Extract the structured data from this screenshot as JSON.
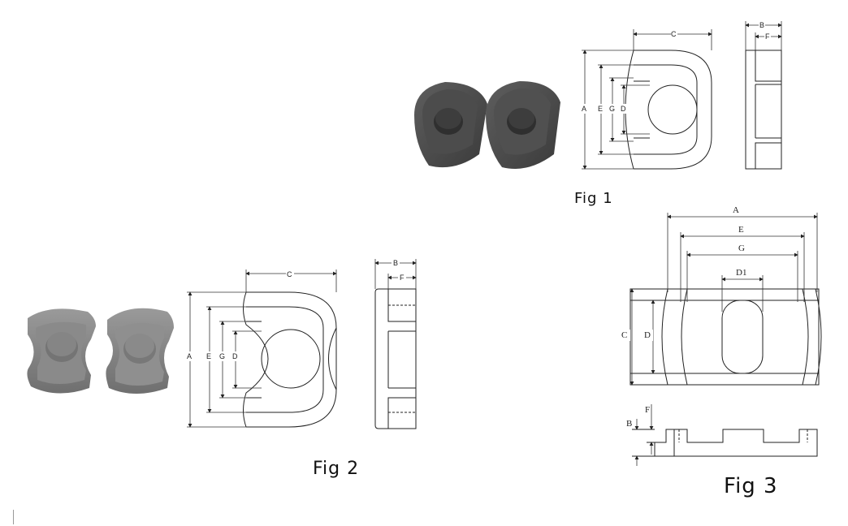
{
  "fig1": {
    "caption": "Fig 1",
    "dims": {
      "a": "A",
      "b": "B",
      "c": "C",
      "d": "D",
      "e": "E",
      "f": "F",
      "g": "G"
    }
  },
  "fig2": {
    "caption": "Fig 2",
    "dims": {
      "a": "A",
      "b": "B",
      "c": "C",
      "d": "D",
      "e": "E",
      "f": "F",
      "g": "G"
    }
  },
  "fig3": {
    "caption": "Fig 3",
    "dims": {
      "a": "A",
      "b": "B",
      "c": "C",
      "d": "D",
      "d1": "D1",
      "e": "E",
      "f": "F",
      "g": "G"
    }
  }
}
